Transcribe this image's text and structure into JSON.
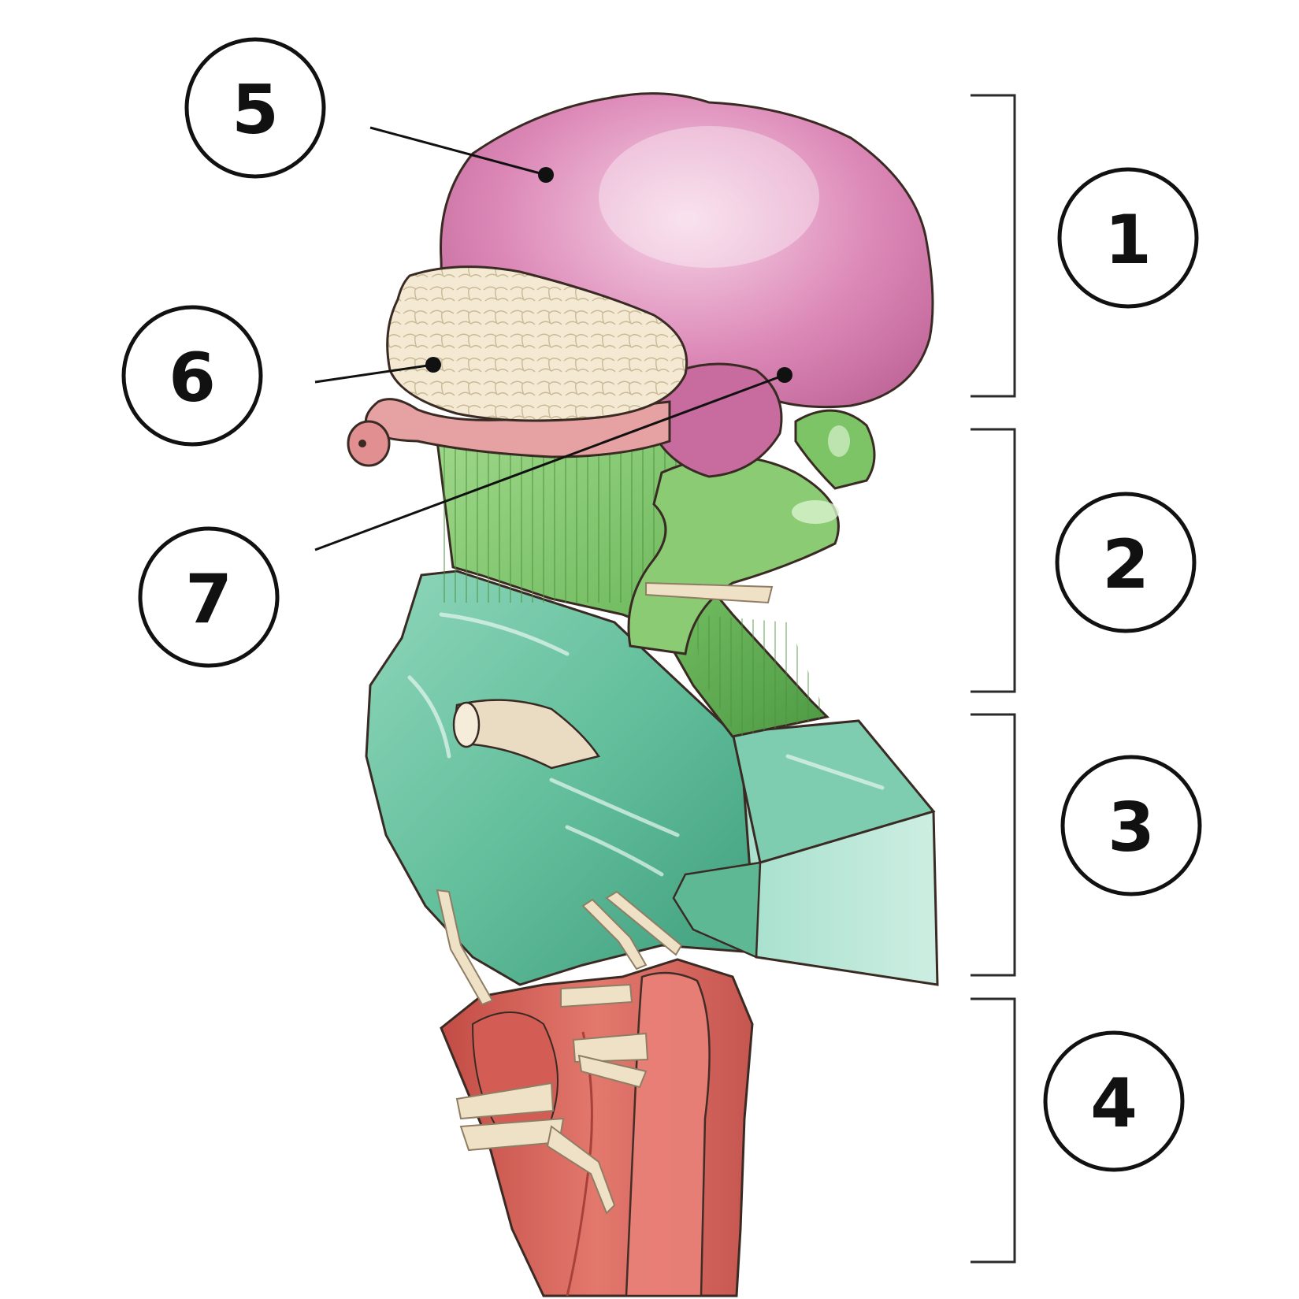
{
  "diagram": {
    "palette": {
      "telencephalon": "#d77fb0",
      "telencephalon_light": "#f4cde2",
      "diencephalon": "#7fc270",
      "diencephalon_dark": "#5aa050",
      "mesencephalon": "#6cc4a2",
      "mesencephalon_dark": "#4ea386",
      "rhombencephalon": "#d9685e",
      "rhombencephalon_dark": "#b84a43",
      "olfactory": "#f2e8cf",
      "nerve": "#efe1c6",
      "outline": "#3a2a24",
      "callout": "#111111"
    },
    "region_brackets": [
      {
        "label": "1"
      },
      {
        "label": "2"
      },
      {
        "label": "3"
      },
      {
        "label": "4"
      }
    ],
    "pointer_callouts": [
      {
        "label": "5"
      },
      {
        "label": "6"
      },
      {
        "label": "7"
      }
    ]
  }
}
